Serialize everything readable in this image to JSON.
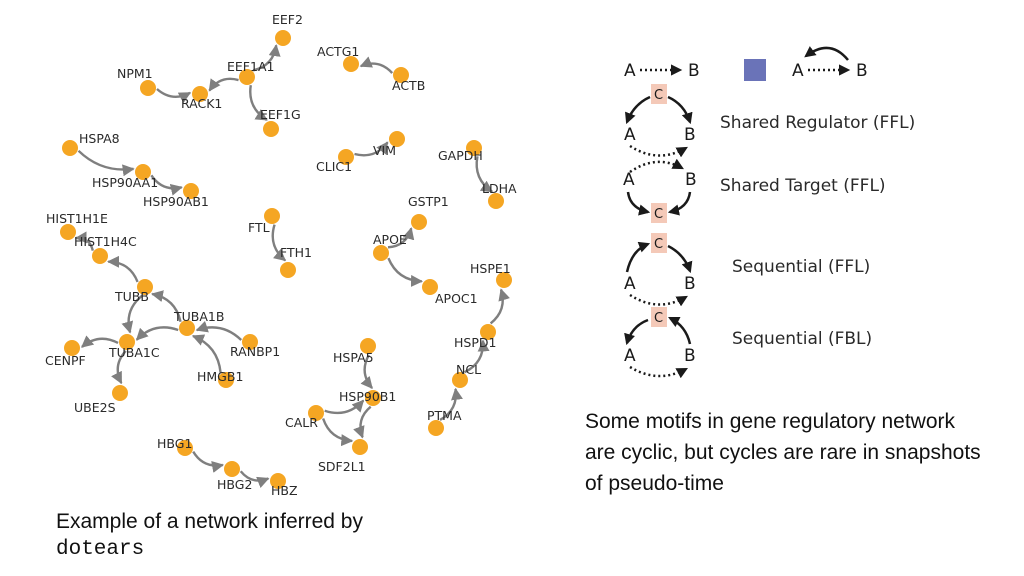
{
  "colors": {
    "node": "#F5A623",
    "edge": "#7F7F7F",
    "motif_arrow": "#1A1A1A",
    "c_box": "#F4C9B8",
    "swatch": "#6A73B8"
  },
  "network": {
    "nodes": [
      "EEF2",
      "EEF1A1",
      "NPM1",
      "RACK1",
      "EEF1G",
      "ACTG1",
      "ACTB",
      "HSPA8",
      "HSP90AA1",
      "HSP90AB1",
      "VIM",
      "CLIC1",
      "GAPDH",
      "LDHA",
      "HIST1H1E",
      "HIST1H4C",
      "GSTP1",
      "FTL",
      "FTH1",
      "APOE",
      "APOC1",
      "HSPE1",
      "TUBB",
      "TUBA1B",
      "TUBA1C",
      "RANBP1",
      "CENPF",
      "HMGB1",
      "UBE2S",
      "HSPD1",
      "HSPA5",
      "NCL",
      "HSP90B1",
      "CALR",
      "PTMA",
      "SDF2L1",
      "HBG1",
      "HBG2",
      "HBZ"
    ],
    "edges": [
      [
        "NPM1",
        "RACK1"
      ],
      [
        "EEF1A1",
        "RACK1"
      ],
      [
        "EEF1A1",
        "EEF2"
      ],
      [
        "EEF1A1",
        "EEF1G"
      ],
      [
        "ACTB",
        "ACTG1"
      ],
      [
        "HSPA8",
        "HSP90AA1"
      ],
      [
        "HSP90AA1",
        "HSP90AB1"
      ],
      [
        "CLIC1",
        "VIM"
      ],
      [
        "GAPDH",
        "LDHA"
      ],
      [
        "HIST1H4C",
        "HIST1H1E"
      ],
      [
        "TUBB",
        "HIST1H4C"
      ],
      [
        "APOE",
        "GSTP1"
      ],
      [
        "APOE",
        "APOC1"
      ],
      [
        "FTL",
        "FTH1"
      ],
      [
        "NCL",
        "HSPD1"
      ],
      [
        "HSPD1",
        "HSPE1"
      ],
      [
        "PTMA",
        "NCL"
      ],
      [
        "TUBA1B",
        "TUBB"
      ],
      [
        "TUBB",
        "TUBA1C"
      ],
      [
        "TUBA1B",
        "TUBA1C"
      ],
      [
        "RANBP1",
        "TUBA1B"
      ],
      [
        "HMGB1",
        "TUBA1B"
      ],
      [
        "TUBA1C",
        "CENPF"
      ],
      [
        "TUBA1C",
        "UBE2S"
      ],
      [
        "HSPA5",
        "HSP90B1"
      ],
      [
        "HSP90B1",
        "SDF2L1"
      ],
      [
        "CALR",
        "HSP90B1"
      ],
      [
        "CALR",
        "SDF2L1"
      ],
      [
        "HBG1",
        "HBG2"
      ],
      [
        "HBG2",
        "HBZ"
      ]
    ]
  },
  "legend": {
    "a": "A",
    "b": "B",
    "c": "C",
    "motifs": [
      {
        "label": "Shared Regulator (FFL)"
      },
      {
        "label": "Shared Target (FFL)"
      },
      {
        "label": "Sequential (FFL)"
      },
      {
        "label": "Sequential (FBL)"
      }
    ]
  },
  "captions": {
    "left_line1": "Example of a network inferred by",
    "left_code": "dotears",
    "right": "Some motifs in gene regulatory network are cyclic, but cycles are rare in snapshots of pseudo-time"
  }
}
